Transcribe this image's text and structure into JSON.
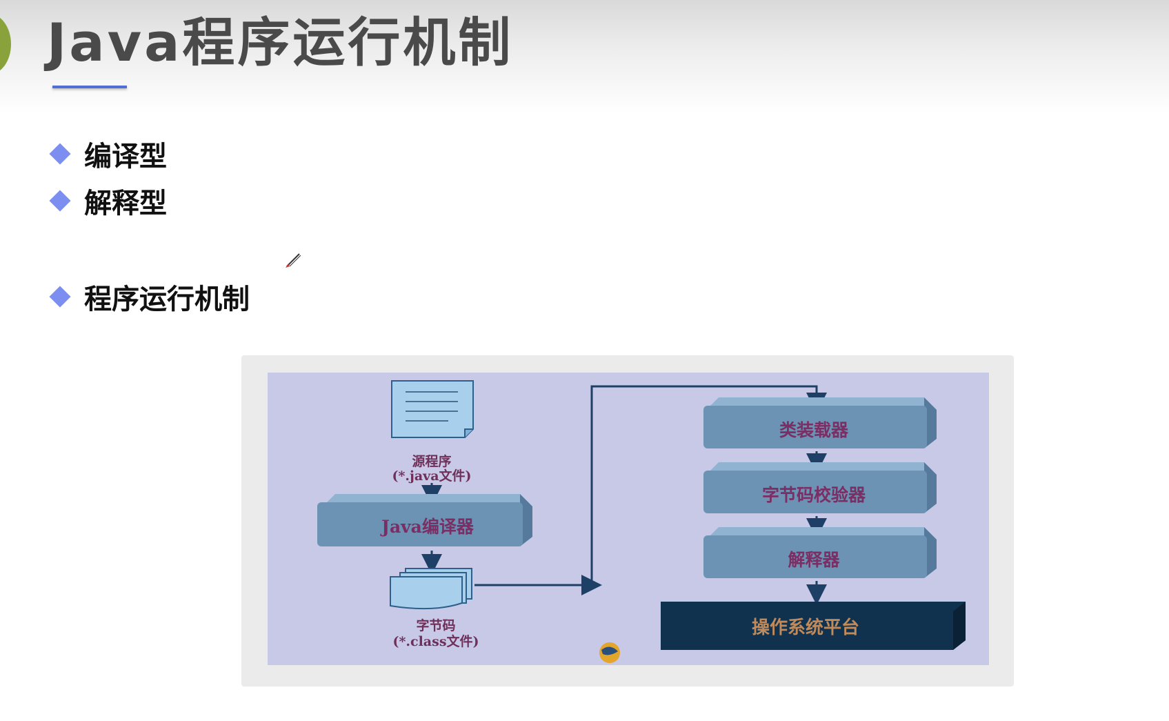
{
  "slide": {
    "title": "Java程序运行机制"
  },
  "bullets": [
    {
      "text": "编译型"
    },
    {
      "text": "解释型"
    },
    {
      "text": "程序运行机制"
    }
  ],
  "diagram": {
    "source_label": "源程序",
    "source_ext": "(*.java文件)",
    "compiler_label": "Java编译器",
    "bytecode_label": "字节码",
    "bytecode_ext": "(*.class文件)",
    "class_loader_label": "类装载器",
    "verifier_label": "字节码校验器",
    "interpreter_label": "解释器",
    "os_label": "操作系统平台"
  },
  "colors": {
    "accent_underline": "#4f6fd6",
    "bullet_diamond": "#7c8ff0",
    "diagram_bg": "#c7c9e6",
    "box_fill": "#6c92b4",
    "os_fill": "#10324f",
    "label_text": "#7a2e63"
  }
}
